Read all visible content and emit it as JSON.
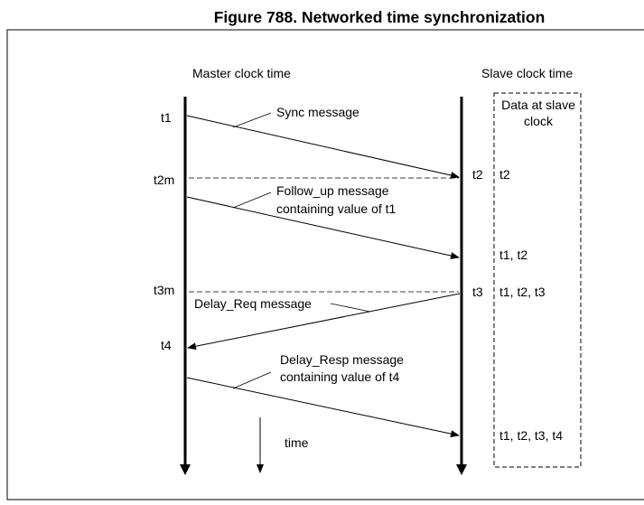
{
  "figure": {
    "title": "Figure 788. Networked time synchronization"
  },
  "headers": {
    "master": "Master clock time",
    "slave": "Slave clock time"
  },
  "slave_data_box": {
    "title": [
      "Data at slave",
      "clock"
    ]
  },
  "master_times": [
    "t1",
    "t2m",
    "t3m",
    "t4"
  ],
  "slave_times": [
    "t2",
    "t3"
  ],
  "messages": {
    "sync": [
      "Sync message"
    ],
    "follow_up": [
      "Follow_up message",
      "containing value of t1"
    ],
    "delay_req": [
      "Delay_Req message"
    ],
    "delay_resp": [
      "Delay_Resp message",
      "containing value of t4"
    ]
  },
  "slave_data": [
    "t2",
    "t1, t2",
    "t1, t2, t3",
    "t1, t2, t3, t4"
  ],
  "time_label": "time"
}
